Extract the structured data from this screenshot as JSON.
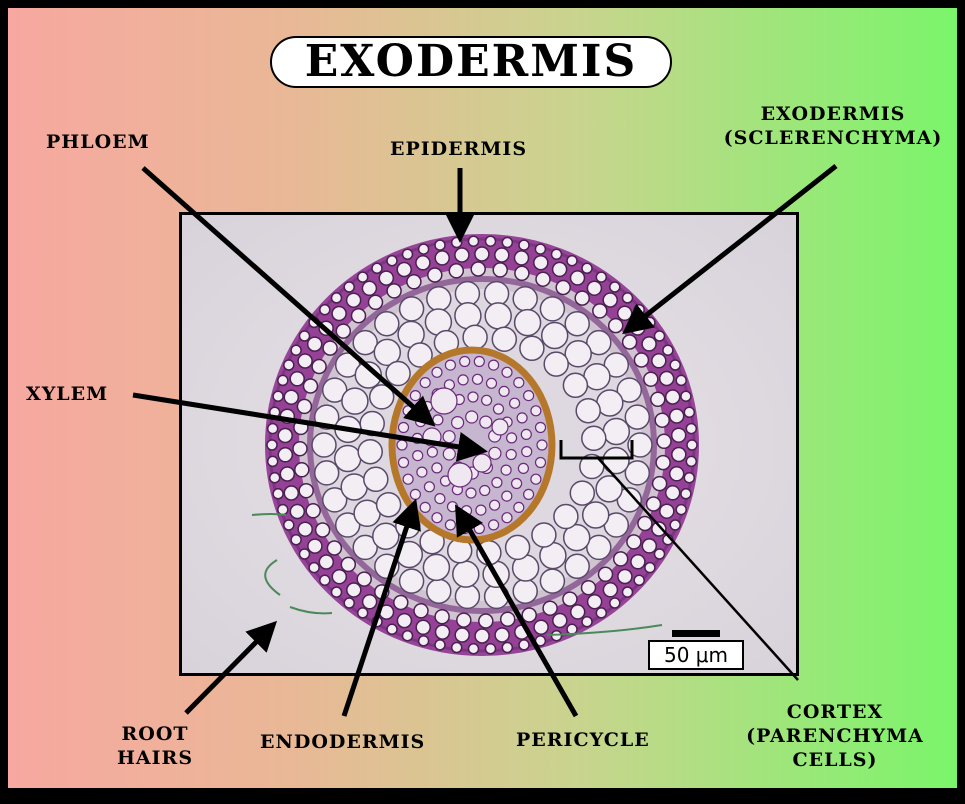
{
  "title": "EXODERMIS",
  "labels": {
    "phloem": "PHLOEM",
    "epidermis": "EPIDERMIS",
    "exodermis_line1": "EXODERMIS",
    "exodermis_line2": "(SCLERENCHYMA)",
    "xylem": "XYLEM",
    "root_hairs_line1": "ROOT",
    "root_hairs_line2": "HAIRS",
    "endodermis": "ENDODERMIS",
    "pericycle": "PERICYCLE",
    "cortex_line1": "CORTEX",
    "cortex_line2": "(PARENCHYMA",
    "cortex_line3": "CELLS)"
  },
  "scale_bar": "50 μm",
  "colors": {
    "background_left": "#f7a8a0",
    "background_right": "#7af56a",
    "stain_purple": "#8a2a8c",
    "endodermis_ring": "#b5782a"
  }
}
